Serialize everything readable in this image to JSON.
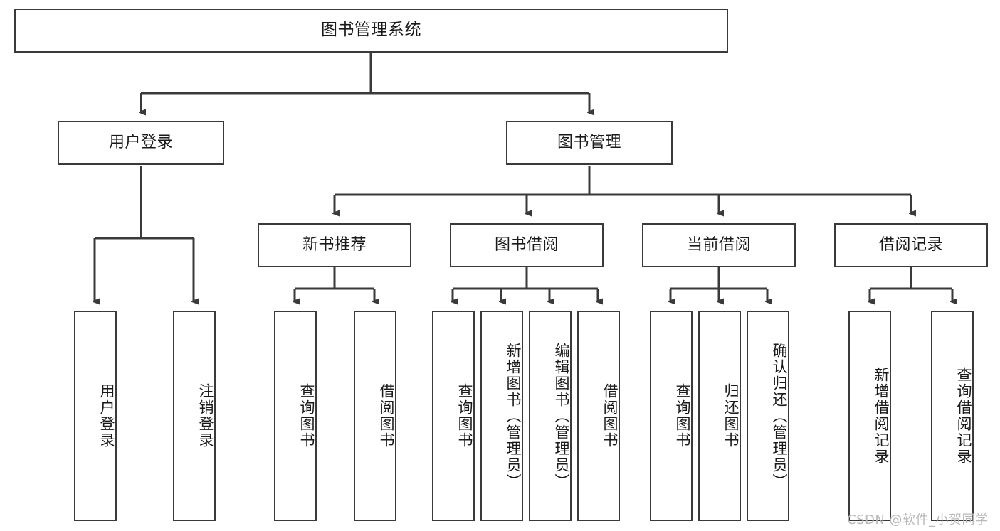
{
  "diagram": {
    "title": "图书管理系统",
    "type": "hierarchy-tree",
    "colors": {
      "box_border": "#3a3a3a",
      "box_fill": "#ffffff",
      "edge": "#3a3a3a",
      "text": "#1a1a1a",
      "watermark": "#b9b9b9"
    },
    "levels": {
      "root": {
        "label": "图书管理系统"
      },
      "level2": [
        {
          "label": "用户登录"
        },
        {
          "label": "图书管理"
        }
      ],
      "level3": [
        {
          "label": "新书推荐"
        },
        {
          "label": "图书借阅"
        },
        {
          "label": "当前借阅"
        },
        {
          "label": "借阅记录"
        }
      ],
      "leaves": {
        "user_login": [
          {
            "label": "用户登录"
          },
          {
            "label": "注销登录"
          }
        ],
        "new_book_recommend": [
          {
            "label": "查询图书"
          },
          {
            "label": "借阅图书"
          }
        ],
        "book_borrow": [
          {
            "label": "查询图书"
          },
          {
            "label": "新增图书（管理员）"
          },
          {
            "label": "编辑图书（管理员）"
          },
          {
            "label": "借阅图书"
          }
        ],
        "current_borrow": [
          {
            "label": "查询图书"
          },
          {
            "label": "归还图书"
          },
          {
            "label": "确认归还（管理员）"
          }
        ],
        "borrow_record": [
          {
            "label": "新增借阅记录"
          },
          {
            "label": "查询借阅记录"
          }
        ]
      }
    }
  },
  "watermark": {
    "text": "CSDN @软件_小贺同学"
  }
}
